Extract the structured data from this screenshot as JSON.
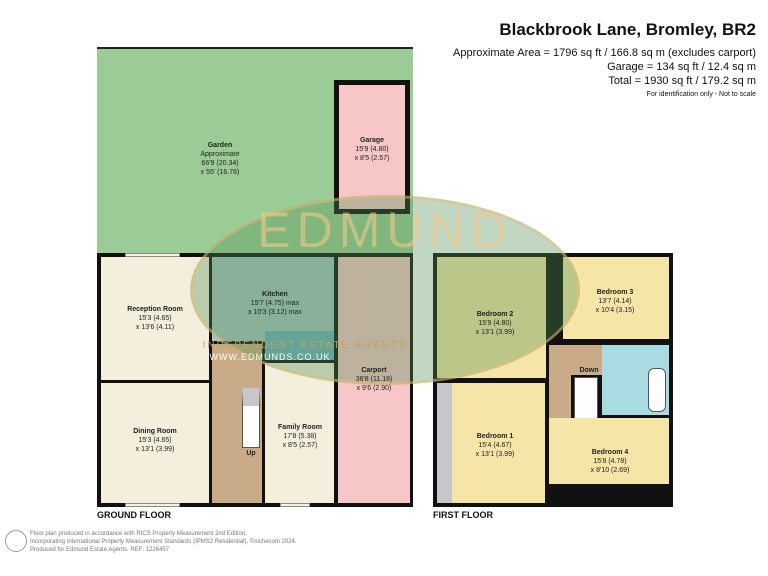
{
  "header": {
    "title": "Blackbrook Lane, Bromley, BR2",
    "area": "Approximate Area = 1796 sq ft / 166.8 sq m (excludes carport)",
    "garage": "Garage = 134 sq ft / 12.4 sq m",
    "total": "Total = 1930 sq ft / 179.2 sq m",
    "disclaimer": "For identification only - Not to scale"
  },
  "watermark": {
    "brand": "EDMUND",
    "tagline": "INDEPENDENT ESTATE AGENTS",
    "web": "WWW.EDMUNDS.CO.UK"
  },
  "ground_floor": {
    "label": "GROUND FLOOR",
    "rooms": {
      "garden": {
        "name": "Garden",
        "l1": "Approximate",
        "l2": "66'9 (20.34)",
        "l3": "x 55' (16.76)"
      },
      "garage": {
        "name": "Garage",
        "l1": "15'9 (4.80)",
        "l2": "x 8'5 (2.57)"
      },
      "reception": {
        "name": "Reception Room",
        "l1": "15'3 (4.65)",
        "l2": "x 13'6 (4.11)"
      },
      "kitchen": {
        "name": "Kitchen",
        "l1": "15'7 (4.75) max",
        "l2": "x 10'3 (3.12) max"
      },
      "dining": {
        "name": "Dining Room",
        "l1": "15'3 (4.65)",
        "l2": "x 13'1 (3.99)"
      },
      "family": {
        "name": "Family Room",
        "l1": "17'8 (5.38)",
        "l2": "x 8'5 (2.57)"
      },
      "carport": {
        "name": "Carport",
        "l1": "36'8 (11.18)",
        "l2": "x 9'6 (2.90)"
      }
    },
    "stairs": "Up"
  },
  "first_floor": {
    "label": "FIRST FLOOR",
    "rooms": {
      "bed2": {
        "name": "Bedroom 2",
        "l1": "15'9 (4.80)",
        "l2": "x 13'1 (3.99)"
      },
      "bed3": {
        "name": "Bedroom 3",
        "l1": "13'7 (4.14)",
        "l2": "x 10'4 (3.15)"
      },
      "bed1": {
        "name": "Bedroom 1",
        "l1": "15'4 (4.67)",
        "l2": "x 13'1 (3.99)"
      },
      "bed4": {
        "name": "Bedroom 4",
        "l1": "15'8 (4.78)",
        "l2": "x 8'10 (2.69)"
      }
    },
    "stairs": "Down"
  },
  "footer": {
    "line1": "Floor plan produced in accordance with RICS Property Measurement 2nd Edition,",
    "line2": "Incorporating International Property Measurement Standards (IPMS2 Residential).  ©nichecom 2024.",
    "line3": "Produced for Edmund Estate Agents.   REF:   1226457"
  }
}
